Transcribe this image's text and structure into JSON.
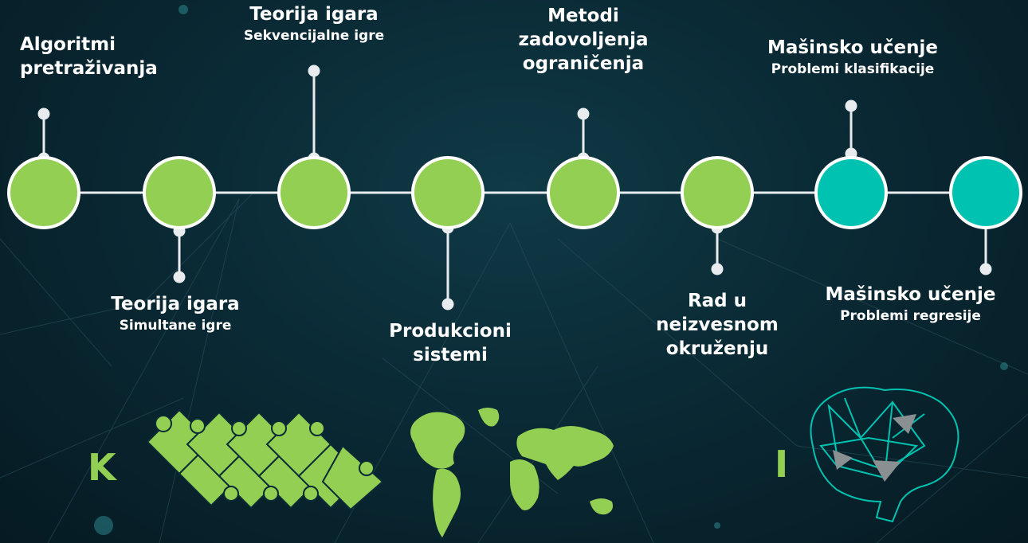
{
  "colors": {
    "green": "#92cf52",
    "teal": "#00c2b0",
    "line": "#e8ecee",
    "text": "#ffffff"
  },
  "nodes": [
    {
      "title": "Algoritmi pretraživanja",
      "subtitle": "",
      "color": "green",
      "position": "above"
    },
    {
      "title": "Teorija igara",
      "subtitle": "Simultane igre",
      "color": "green",
      "position": "below"
    },
    {
      "title": "Teorija igara",
      "subtitle": "Sekvencijalne igre",
      "color": "green",
      "position": "above"
    },
    {
      "title": "Produkcioni sistemi",
      "subtitle": "",
      "color": "green",
      "position": "below"
    },
    {
      "title": "Metodi zadovoljenja ograničenja",
      "subtitle": "",
      "color": "green",
      "position": "above"
    },
    {
      "title": "Rad u neizvesnom okruženju",
      "subtitle": "",
      "color": "green",
      "position": "below"
    },
    {
      "title": "Mašinsko učenje",
      "subtitle": "Problemi klasifikacije",
      "color": "teal",
      "position": "above"
    },
    {
      "title": "Mašinsko učenje",
      "subtitle": "Problemi regresije",
      "color": "teal",
      "position": "below"
    }
  ],
  "labels": {
    "n1_line1": "Algoritmi",
    "n1_line2": "pretraživanja",
    "n2_title": "Teorija igara",
    "n2_sub": "Simultane igre",
    "n3_title": "Teorija igara",
    "n3_sub": "Sekvencijalne igre",
    "n4_line1": "Produkcioni",
    "n4_line2": "sistemi",
    "n5_line1": "Metodi",
    "n5_line2": "zadovoljenja",
    "n5_line3": "ograničenja",
    "n6_line1": "Rad u",
    "n6_line2": "neizvesnom",
    "n6_line3": "okruženju",
    "n7_title": "Mašinsko učenje",
    "n7_sub": "Problemi klasifikacije",
    "n8_title": "Mašinsko učenje",
    "n8_sub": "Problemi regresije"
  },
  "letters": {
    "k": "K",
    "i": "I"
  },
  "icons": {
    "puzzle": "puzzle-icon",
    "world_map": "world-map-icon",
    "brain": "brain-network-icon"
  }
}
